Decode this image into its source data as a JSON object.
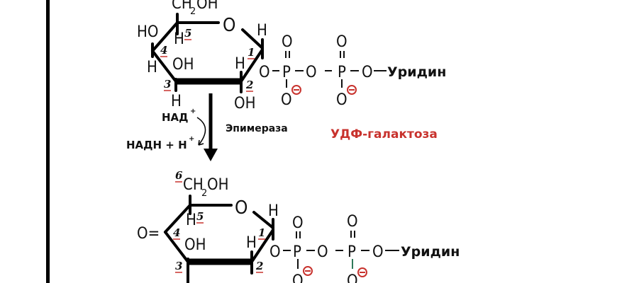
{
  "top_molecule": {
    "name": "УДФ-галактоза",
    "ch2": "CH",
    "sub2": "2",
    "oh": "OH",
    "ring_o": "O",
    "ho_c4": "HO",
    "h_c4": "H",
    "h_c5": "H",
    "oh_c3": "OH",
    "h_c3": "H",
    "h_c2": "H",
    "oh_c2": "OH",
    "h_c1": "H",
    "carbon_numbers": [
      "1",
      "2",
      "3",
      "4",
      "5"
    ],
    "chain": {
      "o1": "O",
      "p1": "P",
      "o2": "O",
      "p2": "P",
      "o3": "O",
      "uridine": "Уридин",
      "o_top": "O",
      "o_bottom": "O",
      "charge": "−"
    }
  },
  "reaction": {
    "cofactor_in": "НАД",
    "cofactor_in_sup": "+",
    "cofactor_out": "НАДН + Н",
    "cofactor_out_sup": "+",
    "enzyme": "Эпимераза"
  },
  "bottom_molecule": {
    "c6_number": "6",
    "ch2": "CH",
    "sub2": "2",
    "oh": "OH",
    "ring_o": "O",
    "keto": "O=",
    "h_c5": "H",
    "oh_c3": "OH",
    "h_c2": "H",
    "h_c1": "H",
    "carbon_numbers": [
      "1",
      "2",
      "3",
      "4",
      "5"
    ],
    "chain": {
      "o1": "O",
      "p1": "P",
      "o2": "O",
      "p2": "P",
      "o3": "O",
      "uridine": "Уридин",
      "o_top": "O",
      "o_bottom": "O",
      "charge": "−"
    }
  },
  "colors": {
    "accent": "#c8322d",
    "ink": "#111111"
  }
}
